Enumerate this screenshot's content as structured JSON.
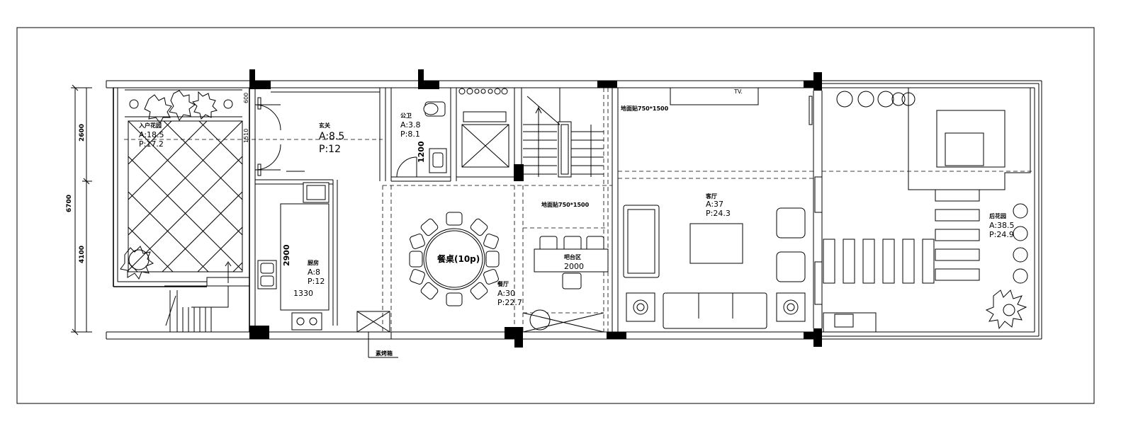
{
  "rooms": {
    "entry_garden": {
      "name": "入户花园",
      "area": "A:18.5",
      "perimeter": "P:17.2"
    },
    "foyer": {
      "name": "玄关",
      "area": "A:8.5",
      "perimeter": "P:12"
    },
    "bathroom": {
      "name": "公卫",
      "area": "A:3.8",
      "perimeter": "P:8.1"
    },
    "kitchen": {
      "name": "厨房",
      "area": "A:8",
      "perimeter": "P:12"
    },
    "dining": {
      "name": "餐厅",
      "area": "A:30",
      "perimeter": "P:22.7"
    },
    "bar": {
      "name": "吧台区"
    },
    "living": {
      "name": "客厅",
      "area": "A:37",
      "perimeter": "P:24.3"
    },
    "rear_garden": {
      "name": "后花园",
      "area": "A:38.5",
      "perimeter": "P:24.9"
    }
  },
  "labels": {
    "dining_table": "餐桌(10p)",
    "floor_tile_living": "地面贴750*1500",
    "floor_tile_bar": "地面贴750*1500",
    "tv": "TV.",
    "lower_note": "素烤箱"
  },
  "dimensions": {
    "total_height": "6700",
    "upper": "2600",
    "lower": "4100",
    "kitchen_height": "2900",
    "kitchen_width": "1330",
    "bar_width": "2000",
    "bath_width": "1200",
    "foyer_small": "1510",
    "foyer_top": "600"
  }
}
